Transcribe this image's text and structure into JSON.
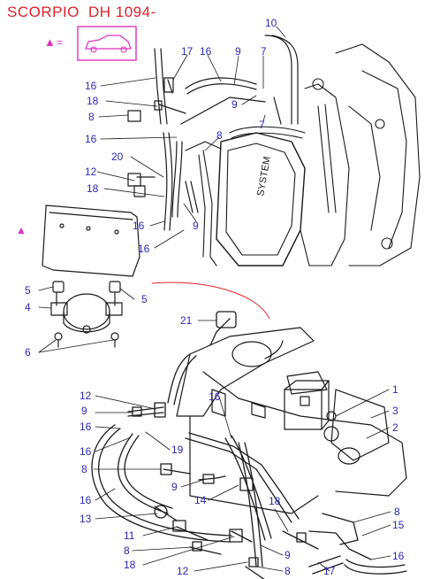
{
  "header": {
    "model": "SCORPIO",
    "code": "DH 1094-",
    "legend_symbol": "▲",
    "legend_equals": "="
  },
  "callouts": [
    {
      "id": "c10",
      "text": "10"
    },
    {
      "id": "c17a",
      "text": "17"
    },
    {
      "id": "c16a",
      "text": "16"
    },
    {
      "id": "c9a",
      "text": "9"
    },
    {
      "id": "c7a",
      "text": "7"
    },
    {
      "id": "c16b",
      "text": "16"
    },
    {
      "id": "c18a",
      "text": "18"
    },
    {
      "id": "c9b",
      "text": "9"
    },
    {
      "id": "c7b",
      "text": "7"
    },
    {
      "id": "c8a",
      "text": "8"
    },
    {
      "id": "c16c",
      "text": "16"
    },
    {
      "id": "c8b",
      "text": "8"
    },
    {
      "id": "c20",
      "text": "20"
    },
    {
      "id": "c12a",
      "text": "12"
    },
    {
      "id": "c18b",
      "text": "18"
    },
    {
      "id": "c16d",
      "text": "16"
    },
    {
      "id": "c9c",
      "text": "9"
    },
    {
      "id": "c16e",
      "text": "16"
    },
    {
      "id": "c5a",
      "text": "5"
    },
    {
      "id": "c5b",
      "text": "5"
    },
    {
      "id": "c4",
      "text": "4"
    },
    {
      "id": "c6",
      "text": "6"
    },
    {
      "id": "c21",
      "text": "21"
    },
    {
      "id": "c1",
      "text": "1"
    },
    {
      "id": "c12b",
      "text": "12"
    },
    {
      "id": "c16f",
      "text": "16"
    },
    {
      "id": "c9d",
      "text": "9"
    },
    {
      "id": "c3",
      "text": "3"
    },
    {
      "id": "c16g",
      "text": "16"
    },
    {
      "id": "c2",
      "text": "2"
    },
    {
      "id": "c16h",
      "text": "16"
    },
    {
      "id": "c19",
      "text": "19"
    },
    {
      "id": "c8c",
      "text": "8"
    },
    {
      "id": "c9e",
      "text": "9"
    },
    {
      "id": "c14",
      "text": "14"
    },
    {
      "id": "c16i",
      "text": "16"
    },
    {
      "id": "c13",
      "text": "13"
    },
    {
      "id": "c18c",
      "text": "18"
    },
    {
      "id": "c8d",
      "text": "8"
    },
    {
      "id": "c15",
      "text": "15"
    },
    {
      "id": "c11",
      "text": "11"
    },
    {
      "id": "c8e",
      "text": "8"
    },
    {
      "id": "c18d",
      "text": "18"
    },
    {
      "id": "c9f",
      "text": "9"
    },
    {
      "id": "c12c",
      "text": "12"
    },
    {
      "id": "c8f",
      "text": "8"
    },
    {
      "id": "c17b",
      "text": "17"
    },
    {
      "id": "c16j",
      "text": "16"
    }
  ],
  "engine_plate_text": "SYSTEM",
  "colors": {
    "header_red": "#e0202a",
    "legend_magenta": "#e030c0",
    "callout_blue": "#2a2ab8",
    "ink": "#1a1a1a"
  }
}
